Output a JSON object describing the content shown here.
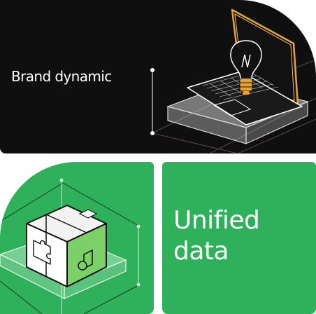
{
  "cards": {
    "brand": {
      "label": "Brand dynamic",
      "illustration": "laptop-lightbulb-icon"
    },
    "cube": {
      "illustration": "puzzle-cube-icon"
    },
    "unified": {
      "line1": "Unified",
      "line2": "data"
    }
  },
  "colors": {
    "dark_card": "#0f0f0f",
    "green_card": "#2fb05a",
    "accent_orange": "#e8a23a",
    "text": "#ffffff"
  }
}
